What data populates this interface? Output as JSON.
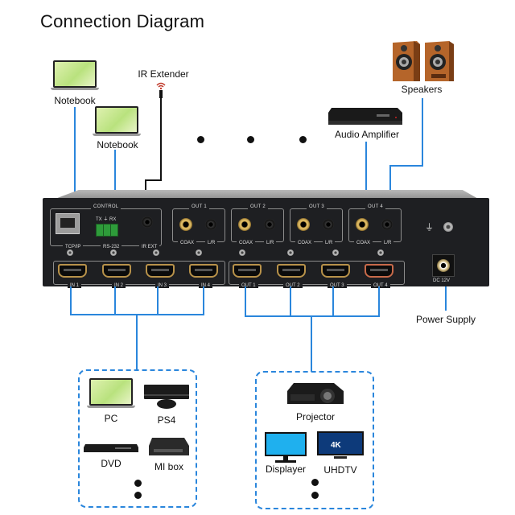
{
  "title": "Connection Diagram",
  "top_devices": {
    "notebook_1": "Notebook",
    "notebook_2": "Notebook",
    "ir_extender": "IR Extender",
    "audio_amplifier": "Audio Amplifier",
    "speakers": "Speakers",
    "power_supply": "Power Supply"
  },
  "panel": {
    "control_group": "CONTROL",
    "tcp_ip": "TCP/IP",
    "rs232": "RS-232",
    "rs232_pins": "TX  ⏚  RX",
    "ir_ext": "IR EXT",
    "audio_outputs": [
      {
        "title": "OUT 1",
        "coax": "COAX",
        "lr": "L/R"
      },
      {
        "title": "OUT 2",
        "coax": "COAX",
        "lr": "L/R"
      },
      {
        "title": "OUT 3",
        "coax": "COAX",
        "lr": "L/R"
      },
      {
        "title": "OUT 4",
        "coax": "COAX",
        "lr": "L/R"
      }
    ],
    "hdmi_inputs": [
      "IN 1",
      "IN 2",
      "IN 3",
      "IN 4"
    ],
    "hdmi_outputs": [
      "OUT 1",
      "OUT 2",
      "OUT 3",
      "OUT 4"
    ],
    "ground_symbol": "⏚",
    "dc_label": "DC 12V"
  },
  "sources_box": {
    "items": [
      "PC",
      "PS4",
      "DVD",
      "MI box"
    ]
  },
  "displays_box": {
    "items": [
      "Projector",
      "Displayer",
      "UHDTV"
    ]
  },
  "colors": {
    "wire": "#2a86dc",
    "ir_wire": "#111111",
    "panel": "#1e1f22"
  }
}
